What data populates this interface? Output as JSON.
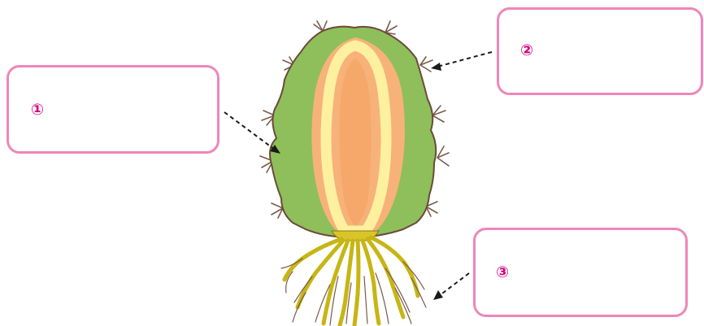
{
  "labels": [
    {
      "marker": "①"
    },
    {
      "marker": "②"
    },
    {
      "marker": "③"
    }
  ],
  "colors": {
    "box_border": "#ef86b8",
    "marker_text": "#d6007f",
    "skin_green": "#8ebf5a",
    "inner_orange": "#f7b27a",
    "inner_yellow": "#fdf1a0",
    "outline_brown": "#6b4a3a",
    "root_olive": "#c7b514",
    "arrow": "#1a1a1a"
  }
}
